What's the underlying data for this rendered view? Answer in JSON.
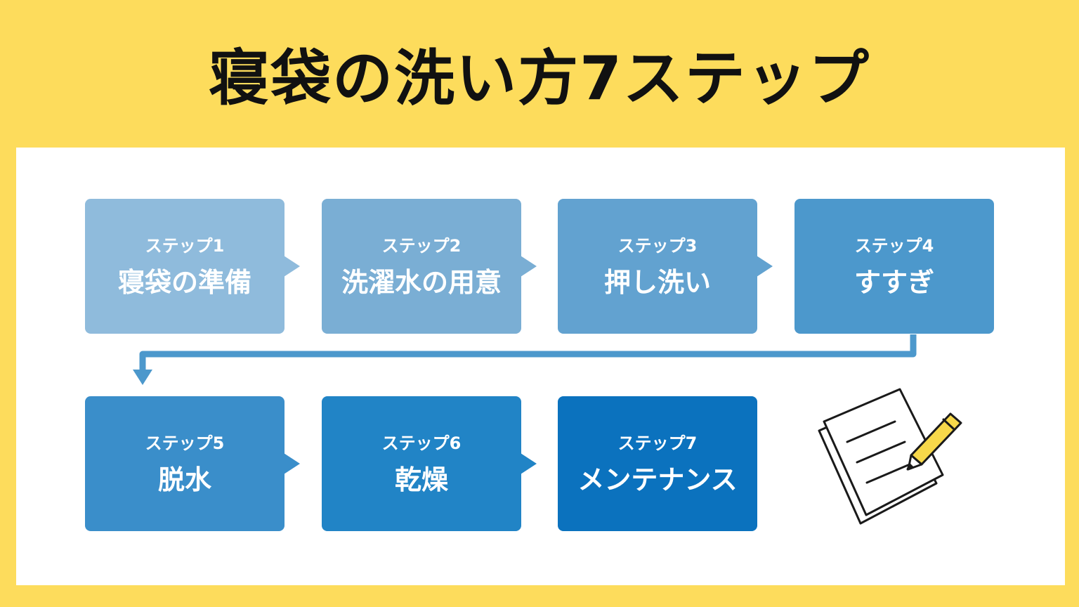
{
  "title": "寝袋の洗い方7ステップ",
  "steps": [
    {
      "label": "ステップ1",
      "name": "寝袋の準備",
      "color": "#8FBBDC"
    },
    {
      "label": "ステップ2",
      "name": "洗濯水の用意",
      "color": "#7AAED4"
    },
    {
      "label": "ステップ3",
      "name": "押し洗い",
      "color": "#62A2D0"
    },
    {
      "label": "ステップ4",
      "name": "すすぎ",
      "color": "#4C98CC"
    },
    {
      "label": "ステップ5",
      "name": "脱水",
      "color": "#3A8ECA"
    },
    {
      "label": "ステップ6",
      "name": "乾燥",
      "color": "#2184C6"
    },
    {
      "label": "ステップ7",
      "name": "メンテナンス",
      "color": "#0B72BE"
    }
  ],
  "colors": {
    "background": "#FDDC5C",
    "panel": "#FFFFFF",
    "connector": "#4C98CC",
    "pencil": "#F7D84A"
  },
  "icons": {
    "illustration": "notepad-pencil-icon"
  }
}
